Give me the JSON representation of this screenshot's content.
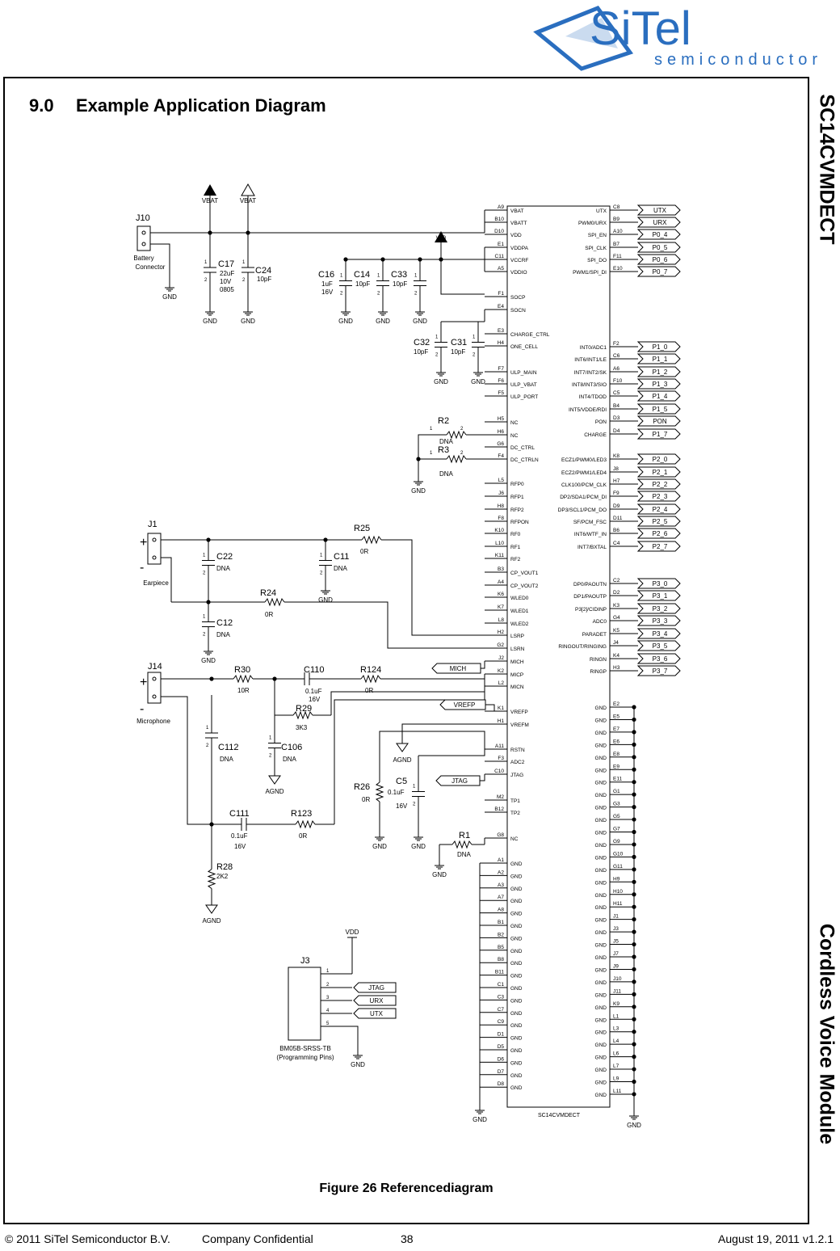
{
  "logo": {
    "brand": "SiTel",
    "sub": "semiconductor",
    "color": "#2a6ebf"
  },
  "header": {
    "section_number": "9.0",
    "section_title": "Example Application Diagram"
  },
  "side": {
    "product": "SC14CVMDECT",
    "module": "Cordless Voice Module"
  },
  "caption": "Figure 26  Referencediagram",
  "footer": {
    "copyright": "© 2011 SiTel Semiconductor B.V.",
    "confidential": "Company Confidential",
    "page": "38",
    "date": "August 19, 2011 v1.2.1"
  },
  "chip": {
    "name": "SC14CVMDECT",
    "left_pins": [
      {
        "pin": "A9",
        "name": "VBAT"
      },
      {
        "pin": "B10",
        "name": "VBATT"
      },
      {
        "pin": "D10",
        "name": "VDD"
      },
      {
        "pin": "E1",
        "name": "VDDPA"
      },
      {
        "pin": "C11",
        "name": "VCCRF"
      },
      {
        "pin": "A5",
        "name": "VDDIO"
      },
      {
        "pin": "F1",
        "name": "SOCP"
      },
      {
        "pin": "E4",
        "name": "SOCN"
      },
      {
        "pin": "E3",
        "name": "CHARGE_CTRL"
      },
      {
        "pin": "H4",
        "name": "ONE_CELL"
      },
      {
        "pin": "F7",
        "name": "ULP_MAIN"
      },
      {
        "pin": "F6",
        "name": "ULP_VBAT"
      },
      {
        "pin": "F5",
        "name": "ULP_PORT"
      },
      {
        "pin": "H5",
        "name": "NC"
      },
      {
        "pin": "H6",
        "name": "NC"
      },
      {
        "pin": "G6",
        "name": "DC_CTRL"
      },
      {
        "pin": "F4",
        "name": "DC_CTRLN"
      },
      {
        "pin": "L5",
        "name": "RFP0"
      },
      {
        "pin": "J6",
        "name": "RFP1"
      },
      {
        "pin": "H8",
        "name": "RFP2"
      },
      {
        "pin": "F8",
        "name": "RFPON"
      },
      {
        "pin": "K10",
        "name": "RF0"
      },
      {
        "pin": "L10",
        "name": "RF1"
      },
      {
        "pin": "K11",
        "name": "RF2"
      },
      {
        "pin": "B3",
        "name": "CP_VOUT1"
      },
      {
        "pin": "A4",
        "name": "CP_VOUT2"
      },
      {
        "pin": "K6",
        "name": "WLED0"
      },
      {
        "pin": "K7",
        "name": "WLED1"
      },
      {
        "pin": "L8",
        "name": "WLED2"
      },
      {
        "pin": "H2",
        "name": "LSRP"
      },
      {
        "pin": "G2",
        "name": "LSRN"
      },
      {
        "pin": "J2",
        "name": "MICH"
      },
      {
        "pin": "K2",
        "name": "MICP"
      },
      {
        "pin": "L2",
        "name": "MICN"
      },
      {
        "pin": "K1",
        "name": "VREFP"
      },
      {
        "pin": "H1",
        "name": "VREFM"
      },
      {
        "pin": "A11",
        "name": "RSTN"
      },
      {
        "pin": "F3",
        "name": "ADC2"
      },
      {
        "pin": "C10",
        "name": "JTAG"
      },
      {
        "pin": "M2",
        "name": "TP1"
      },
      {
        "pin": "B12",
        "name": "TP2"
      },
      {
        "pin": "G8",
        "name": "NC"
      }
    ],
    "left_gnd_pins": [
      "A1",
      "A2",
      "A3",
      "A7",
      "A8",
      "B1",
      "B2",
      "B5",
      "B8",
      "B11",
      "C1",
      "C3",
      "C7",
      "C9",
      "D1",
      "D5",
      "D6",
      "D7",
      "D8"
    ],
    "right_pins": [
      {
        "pin": "C8",
        "name": "UTX",
        "net": "UTX"
      },
      {
        "pin": "B9",
        "name": "PWM0/URX",
        "net": "URX"
      },
      {
        "pin": "A10",
        "name": "SPI_EN",
        "net": "P0_4"
      },
      {
        "pin": "B7",
        "name": "SPI_CLK",
        "net": "P0_5"
      },
      {
        "pin": "F11",
        "name": "SPI_DO",
        "net": "P0_6"
      },
      {
        "pin": "E10",
        "name": "PWM1/SPI_DI",
        "net": "P0_7"
      },
      {
        "pin": "F2",
        "name": "INT0/ADC1",
        "net": "P1_0"
      },
      {
        "pin": "C6",
        "name": "INT6/INT1/LE",
        "net": "P1_1"
      },
      {
        "pin": "A6",
        "name": "INT7/INT2/SK",
        "net": "P1_2"
      },
      {
        "pin": "F10",
        "name": "INT8/INT3/SIO",
        "net": "P1_3"
      },
      {
        "pin": "C5",
        "name": "INT4/TDOD",
        "net": "P1_4"
      },
      {
        "pin": "B4",
        "name": "INT5/VDDE/RDI",
        "net": "P1_5"
      },
      {
        "pin": "D3",
        "name": "PON",
        "net": "PON"
      },
      {
        "pin": "D4",
        "name": "CHARGE",
        "net": "P1_7"
      },
      {
        "pin": "K8",
        "name": "ECZ1/PWM0/LED3",
        "net": "P2_0"
      },
      {
        "pin": "J8",
        "name": "ECZ2/PWM1/LED4",
        "net": "P2_1"
      },
      {
        "pin": "H7",
        "name": "CLK100/PCM_CLK",
        "net": "P2_2"
      },
      {
        "pin": "F9",
        "name": "DP2/SDA1/PCM_DI",
        "net": "P2_3"
      },
      {
        "pin": "D9",
        "name": "DP3/SCL1/PCM_DO",
        "net": "P2_4"
      },
      {
        "pin": "D11",
        "name": "SF/PCM_FSC",
        "net": "P2_5"
      },
      {
        "pin": "B6",
        "name": "INT6/WTF_IN",
        "net": "P2_6"
      },
      {
        "pin": "C4",
        "name": "INT7/BXTAL",
        "net": "P2_7"
      },
      {
        "pin": "C2",
        "name": "DP0/PAOUTN",
        "net": "P3_0"
      },
      {
        "pin": "D2",
        "name": "DP1/PAOUTP",
        "net": "P3_1"
      },
      {
        "pin": "K3",
        "name": "P3[2]/CIDINP",
        "net": "P3_2"
      },
      {
        "pin": "G4",
        "name": "ADC0",
        "net": "P3_3"
      },
      {
        "pin": "K5",
        "name": "PARADET",
        "net": "P3_4"
      },
      {
        "pin": "J4",
        "name": "RINGOUT/RINGING",
        "net": "P3_5"
      },
      {
        "pin": "K4",
        "name": "RINGN",
        "net": "P3_6"
      },
      {
        "pin": "H3",
        "name": "RINGP",
        "net": "P3_7"
      }
    ],
    "right_gnd_pins": [
      "E2",
      "E5",
      "E7",
      "E6",
      "E8",
      "E9",
      "E11",
      "G1",
      "G3",
      "G5",
      "G7",
      "G9",
      "G10",
      "G11",
      "H9",
      "H10",
      "H11",
      "J1",
      "J3",
      "J5",
      "J7",
      "J9",
      "J10",
      "J11",
      "K9",
      "L1",
      "L3",
      "L4",
      "L6",
      "L7",
      "L9",
      "L11"
    ]
  },
  "labels": {
    "gnd": "GND",
    "agnd": "AGND",
    "vdd": "VDD",
    "vbat": "VBAT",
    "battery_connector": "Battery Connector",
    "earpiece": "Earpiece",
    "microphone": "Microphone",
    "j3_part": "BM05B-SRSS-TB",
    "j3_desc": "(Programming Pins)",
    "mich": "MICH",
    "vrefp": "VREFP",
    "jtag": "JTAG",
    "urx": "URX",
    "utx": "UTX",
    "plus": "+",
    "minus": "-"
  },
  "refs": {
    "J10": "J10",
    "J1": "J1",
    "J14": "J14",
    "J3": "J3",
    "C17": "C17",
    "C17v": "22uF",
    "C17r": "10V",
    "C17p": "0805",
    "C24": "C24",
    "C24v": "10pF",
    "C16": "C16",
    "C16v": "1uF",
    "C16r": "16V",
    "C14": "C14",
    "C14v": "10pF",
    "C33": "C33",
    "C33v": "10pF",
    "C32": "C32",
    "C32v": "10pF",
    "C31": "C31",
    "C31v": "10pF",
    "R2": "R2",
    "R2v": "DNA",
    "R3": "R3",
    "R3v": "DNA",
    "C22": "C22",
    "C22v": "DNA",
    "C11": "C11",
    "C11v": "DNA",
    "C12": "C12",
    "C12v": "DNA",
    "R25": "R25",
    "R25v": "0R",
    "R24": "R24",
    "R24v": "0R",
    "R30": "R30",
    "R30v": "10R",
    "C110": "C110",
    "C110v": "0.1uF",
    "C110r": "16V",
    "R124": "R124",
    "R124v": "0R",
    "R29": "R29",
    "R29v": "3K3",
    "C112": "C112",
    "C112v": "DNA",
    "C106": "C106",
    "C106v": "DNA",
    "C111": "C111",
    "C111v": "0.1uF",
    "C111r": "16V",
    "R123": "R123",
    "R123v": "0R",
    "R28": "R28",
    "R28v": "2K2",
    "R26": "R26",
    "R26v": "0R",
    "C5": "C5",
    "C5v": "0.1uF",
    "C5r": "16V",
    "R1": "R1",
    "R1v": "DNA"
  }
}
